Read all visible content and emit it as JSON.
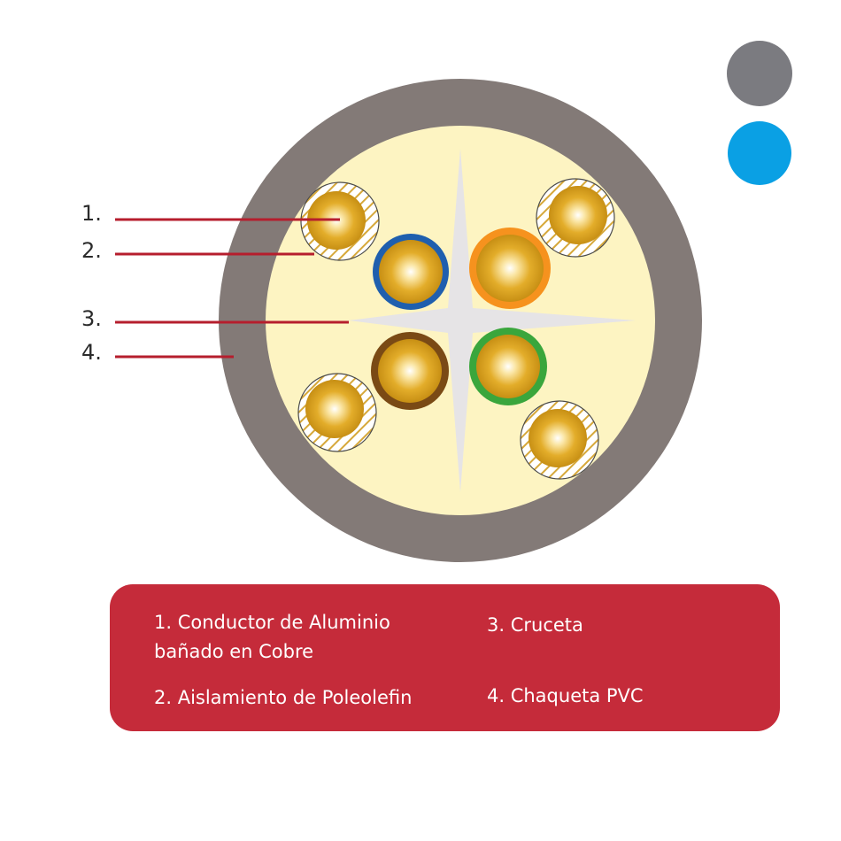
{
  "markers": [
    "1.",
    "2.",
    "3.",
    "4."
  ],
  "legend": {
    "item1_line1": "1. Conductor de Aluminio",
    "item1_line2": "bañado en Cobre",
    "item2": "2. Aislamiento de Poleolefin",
    "item3": "3. Cruceta",
    "item4": "4. Chaqueta PVC"
  },
  "colors": {
    "jacket": "#837a77",
    "filler": "#fdf4c2",
    "cross": "#e6e4e6",
    "leader_lines": "#b61e2d",
    "legend_bg": "#c52b3a",
    "conductor": "#d9a21f",
    "pair_blue": "#1f5fae",
    "pair_orange": "#f6921e",
    "pair_brown": "#7a4a15",
    "pair_green": "#3aa63c",
    "swatch_gray": "#7b7b80",
    "swatch_blue": "#0aa0e4"
  }
}
